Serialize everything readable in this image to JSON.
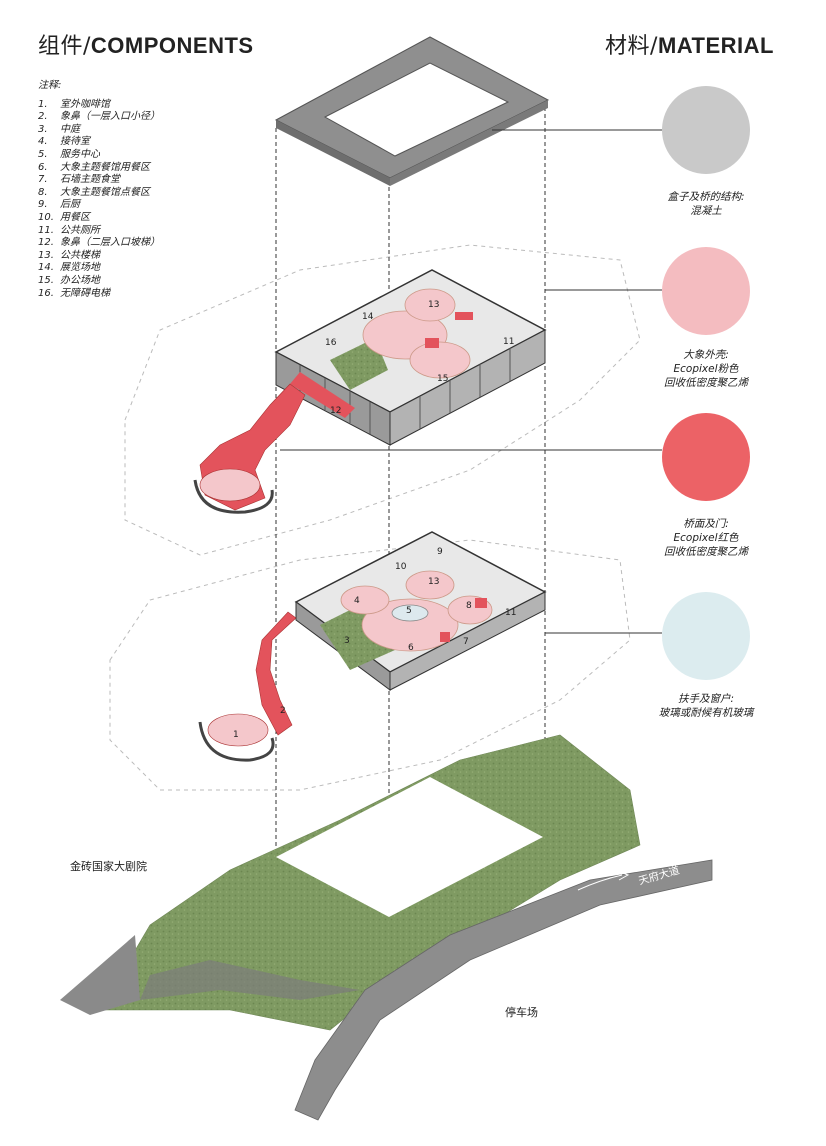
{
  "header": {
    "left_cn": "组件/",
    "left_en": "COMPONENTS",
    "right_cn": "材料/",
    "right_en": "MATERIAL"
  },
  "notes": {
    "title": "注释:",
    "items": [
      {
        "n": "1.",
        "t": "室外咖啡馆"
      },
      {
        "n": "2.",
        "t": "象鼻（一层入口小径）"
      },
      {
        "n": "3.",
        "t": "中庭"
      },
      {
        "n": "4.",
        "t": "接待室"
      },
      {
        "n": "5.",
        "t": "服务中心"
      },
      {
        "n": "6.",
        "t": "大象主题餐馆用餐区"
      },
      {
        "n": "7.",
        "t": "石墙主题食堂"
      },
      {
        "n": "8.",
        "t": "大象主题餐馆点餐区"
      },
      {
        "n": "9.",
        "t": "后厨"
      },
      {
        "n": "10.",
        "t": "用餐区"
      },
      {
        "n": "11.",
        "t": "公共厕所"
      },
      {
        "n": "12.",
        "t": "象鼻（二层入口坡梯）"
      },
      {
        "n": "13.",
        "t": "公共楼梯"
      },
      {
        "n": "14.",
        "t": "展览场地"
      },
      {
        "n": "15.",
        "t": "办公场地"
      },
      {
        "n": "16.",
        "t": "无障碍电梯"
      }
    ]
  },
  "materials": [
    {
      "line1": "盒子及桥的结构:",
      "line2": "混凝土",
      "line3": "",
      "color": "#c9c9c9"
    },
    {
      "line1": "大象外壳:",
      "line2": "Ecopixel粉色",
      "line3": "回收低密度聚乙烯",
      "color": "#f4bcc0"
    },
    {
      "line1": "桥面及门:",
      "line2": "Ecopixel红色",
      "line3": "回收低密度聚乙烯",
      "color": "#ec6266"
    },
    {
      "line1": "扶手及窗户:",
      "line2": "玻璃或耐候有机玻璃",
      "line3": "",
      "color": "#dcecef"
    }
  ],
  "places": {
    "theatre": "金砖国家大剧院",
    "road": "天府大道",
    "parking": "停车场"
  },
  "labels": {
    "upper": [
      "13",
      "14",
      "16",
      "11",
      "15",
      "12"
    ],
    "lower": [
      "9",
      "10",
      "13",
      "4",
      "8",
      "11",
      "3",
      "5",
      "6",
      "7",
      "2",
      "1"
    ]
  },
  "colors": {
    "concrete": "#8f8f8f",
    "grass": "#7f9a62",
    "pink": "#f4c7cb",
    "red": "#e3535c"
  }
}
